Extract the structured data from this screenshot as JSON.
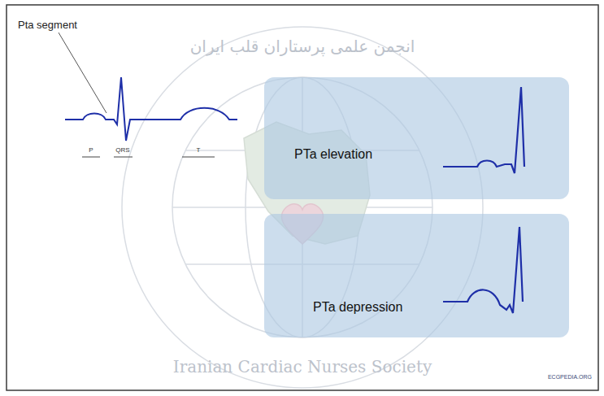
{
  "diagram": {
    "nodes": [
      {
        "text": [
          "PTa elevation"
        ]
      },
      {
        "text": [
          "PTa depression"
        ]
      }
    ],
    "labels": [
      "Pta segment",
      "P",
      "QRS",
      "T",
      "انجمن علمی پرستاران قلب ایران",
      "Iranian Cardiac Nurses Society",
      "ECGPEDIA.ORG"
    ]
  }
}
